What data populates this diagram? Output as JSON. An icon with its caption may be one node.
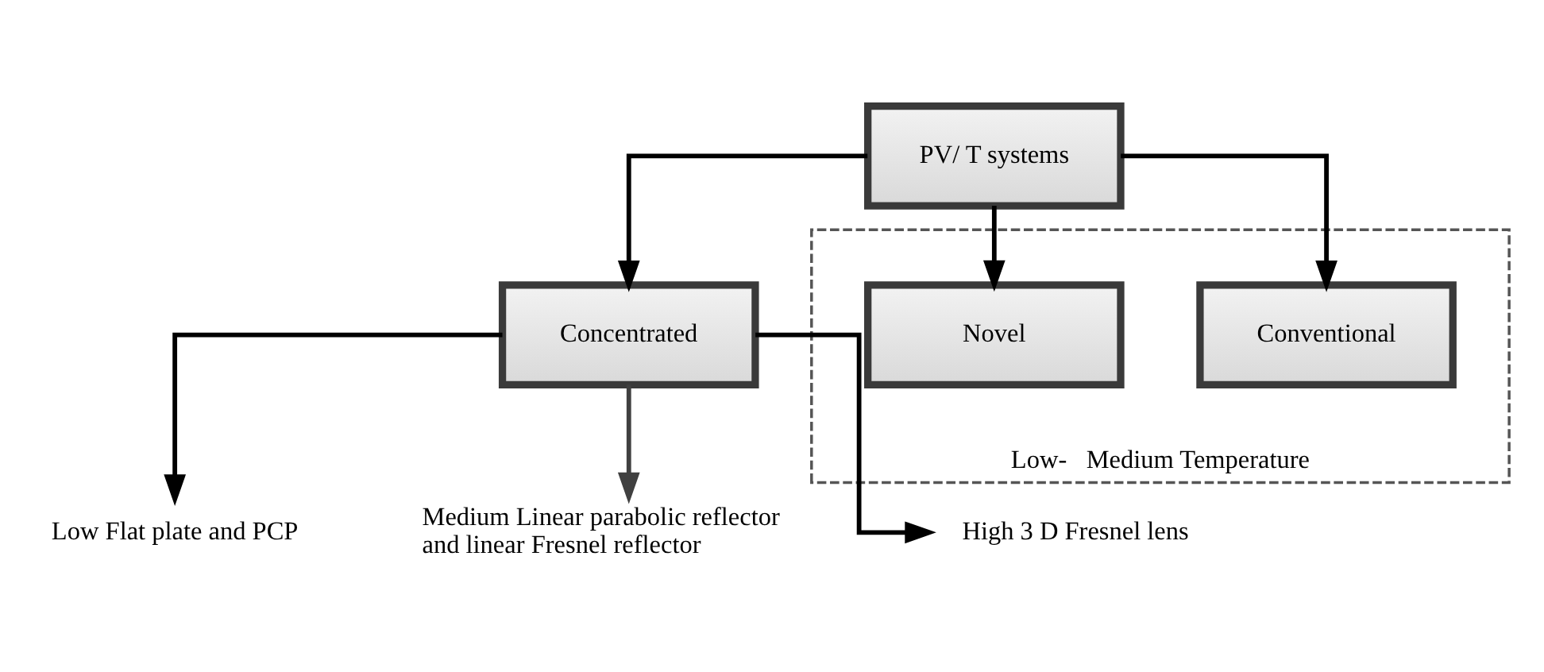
{
  "diagram": {
    "nodes": [
      {
        "text": [
          "PV/ T systems"
        ]
      },
      {
        "text": [
          "Concentrated"
        ]
      },
      {
        "text": [
          "Low-   Medium Temperature"
        ]
      },
      {
        "text": [
          "Conventional"
        ],
        "in": 2
      },
      {
        "text": [
          "Novel"
        ],
        "in": 2
      },
      {
        "text": [
          "Low Flat plate and PCP"
        ]
      },
      {
        "text": [
          "Medium Linear parabolic reflector and linear Fresnel reflector"
        ]
      },
      {
        "text": [
          "High 3 D Fresnel lens"
        ]
      }
    ],
    "edges": [
      {
        "from": 0,
        "to": 1,
        "arrow": "to"
      },
      {
        "from": 0,
        "to": 3,
        "arrow": "to"
      },
      {
        "from": 0,
        "to": 4,
        "arrow": "to"
      },
      {
        "from": 1,
        "to": 5,
        "arrow": "to"
      },
      {
        "from": 1,
        "to": 6,
        "arrow": "to",
        "color": "#404040"
      },
      {
        "from": 1,
        "to": 7,
        "arrow": "to"
      }
    ]
  }
}
